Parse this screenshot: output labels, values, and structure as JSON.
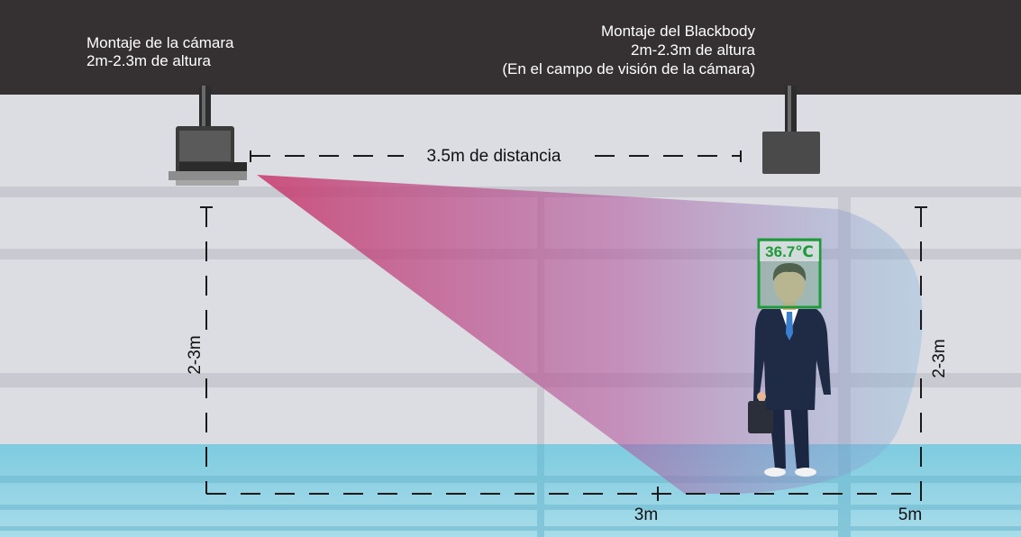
{
  "camera_mount": {
    "line1": "Montaje de la cámara",
    "line2": "2m-2.3m de altura"
  },
  "blackbody_mount": {
    "line1": "Montaje del Blackbody",
    "line2": "2m-2.3m de altura",
    "line3": "(En el campo de visión de la cámara)"
  },
  "distance_label": "3.5m de distancia",
  "temperature_readout": "36.7℃",
  "left_height_label": "2-3m",
  "right_height_label": "2-3m",
  "floor_marks": {
    "near": "3m",
    "far": "5m"
  },
  "colors": {
    "ceiling": "#353132",
    "wall": "#dcdde3",
    "floor": "#8fd0e0",
    "field_of_view": "#c8386a",
    "detection_box": "#1e9a3a",
    "suit": "#1f2b45"
  }
}
